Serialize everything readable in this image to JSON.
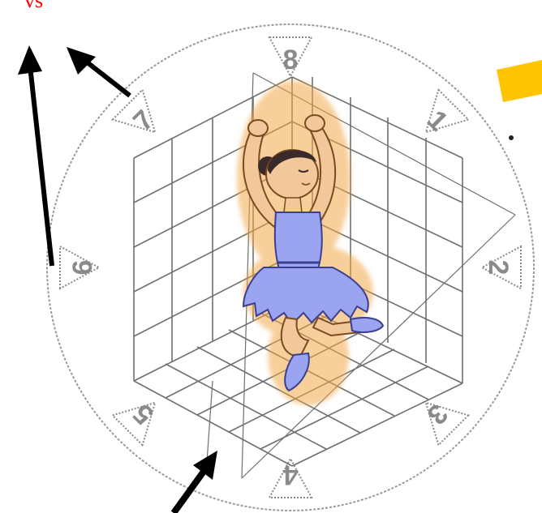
{
  "corner_label": "vs",
  "compass_numbers": [
    {
      "value": "8",
      "direction": "top"
    },
    {
      "value": "1",
      "direction": "top-right"
    },
    {
      "value": "2",
      "direction": "right"
    },
    {
      "value": "3",
      "direction": "bottom-right"
    },
    {
      "value": "4",
      "direction": "bottom"
    },
    {
      "value": "5",
      "direction": "bottom-left"
    },
    {
      "value": "6",
      "direction": "left"
    },
    {
      "value": "7",
      "direction": "top-left"
    }
  ],
  "colors": {
    "circle": "#9a9a9a",
    "number": "#8a8a8a",
    "grid": "#6f6f6f",
    "dress": "#9aa4f0",
    "skin": "#f2c79a",
    "hair": "#3a2a2a",
    "arrow": "#000000",
    "accent": "#ffc400",
    "label": "#ff0000"
  },
  "figure": {
    "name": "ballerina",
    "icon": "dancer-icon"
  }
}
